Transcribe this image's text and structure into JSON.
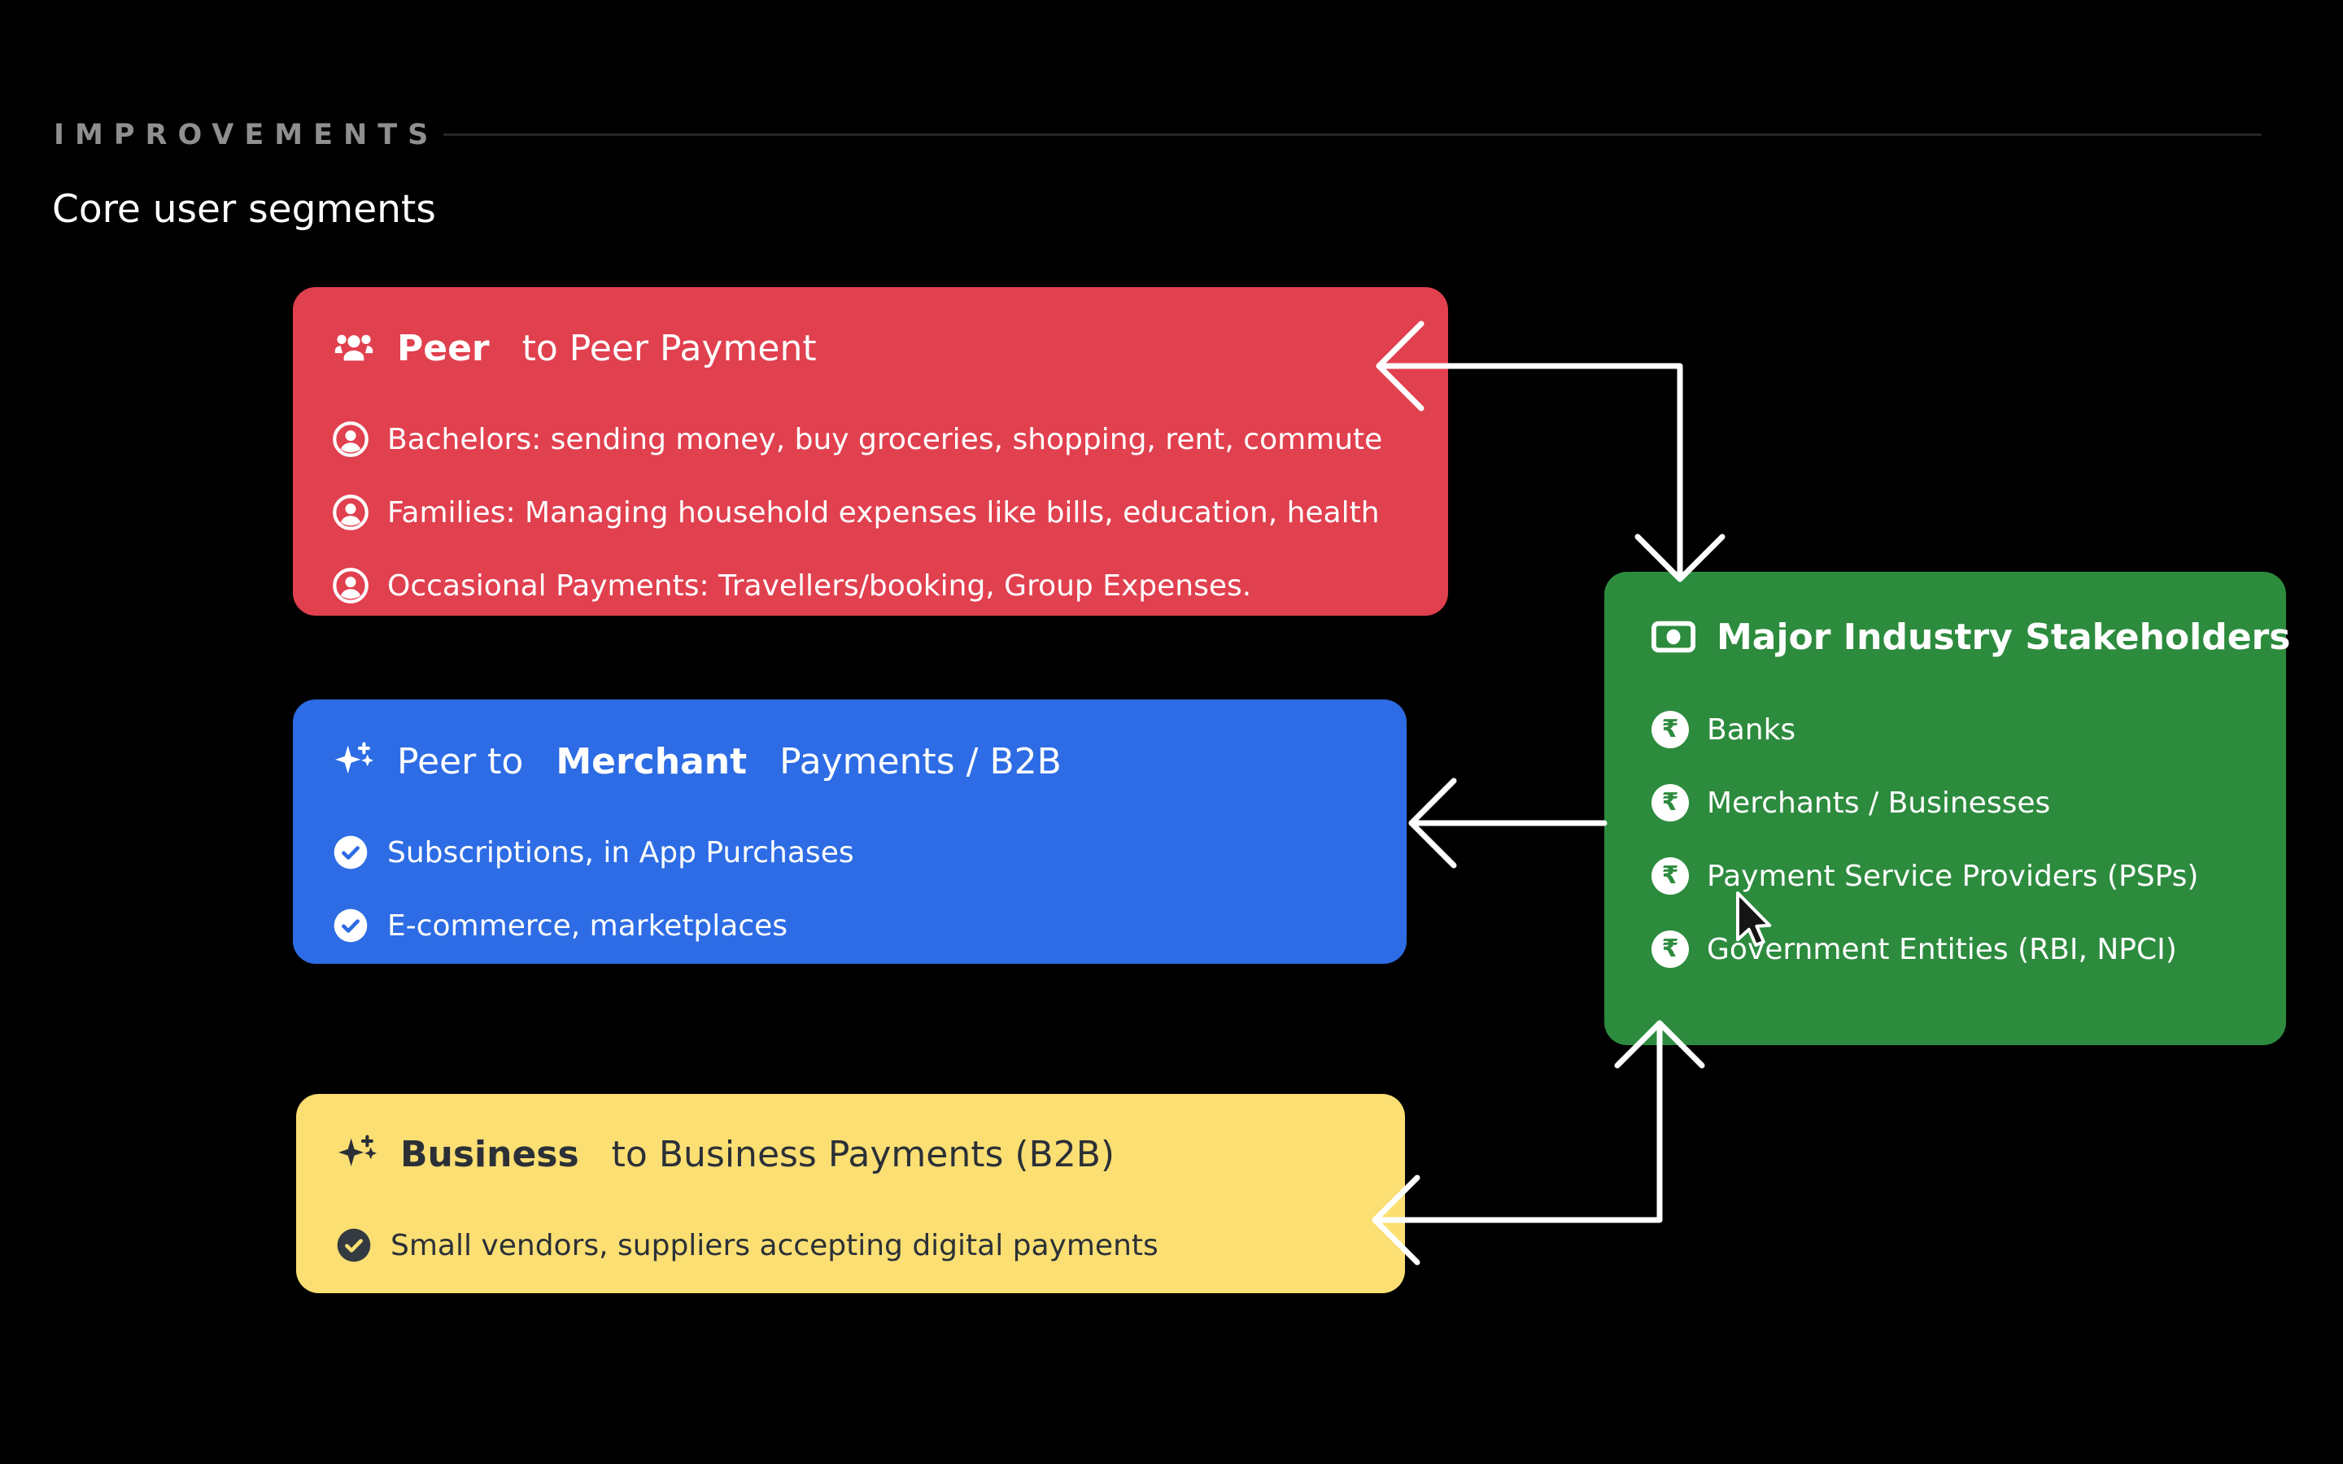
{
  "header": {
    "eyebrow": "IMPROVEMENTS",
    "title": "Core user segments"
  },
  "cards": {
    "peer_to_peer": {
      "color": "#e1404f",
      "title": {
        "bold": "Peer",
        "post": " to Peer Payment"
      },
      "title_icon": "groups-icon",
      "item_icon": "account-circle-icon",
      "items": [
        "Bachelors: sending money, buy groceries, shopping, rent, commute",
        "Families: Managing household expenses like bills, education, health",
        "Occasional Payments: Travellers/booking, Group Expenses."
      ]
    },
    "peer_to_merchant": {
      "color": "#2d6ce4",
      "title": {
        "pre": "Peer to ",
        "bold": "Merchant",
        "post": " Payments / B2B"
      },
      "title_icon": "sparkle-icon",
      "item_icon": "check-circle-icon",
      "items": [
        "Subscriptions, in App Purchases",
        "E-commerce, marketplaces"
      ]
    },
    "business_to_business": {
      "color": "#fbdf73",
      "title": {
        "bold": "Business",
        "post": " to Business Payments (B2B)"
      },
      "title_icon": "sparkle-icon",
      "item_icon": "check-circle-icon",
      "items": [
        "Small vendors, suppliers accepting digital payments"
      ]
    },
    "stakeholders": {
      "color": "#2d8b3e",
      "title": {
        "bold": "Major Industry Stakeholders"
      },
      "title_icon": "banknote-icon",
      "item_icon": "rupee-circle-icon",
      "items": [
        "Banks",
        "Merchants / Businesses",
        "Payment Service Providers (PSPs)",
        "Government Entities (RBI, NPCI)"
      ]
    }
  },
  "icons": {
    "rupee_symbol": "₹"
  },
  "colors": {
    "background": "#000000",
    "card-red": "#e1404f",
    "card-blue": "#2d6ce4",
    "card-yellow": "#fbdf73",
    "card-green": "#2d8b3e",
    "text-light": "#ffffff",
    "text-dark": "#2b3037",
    "dark-icon": "#333a41",
    "eyebrow": "#8f8f8f",
    "rule": "#272727",
    "connector": "#ffffff"
  }
}
